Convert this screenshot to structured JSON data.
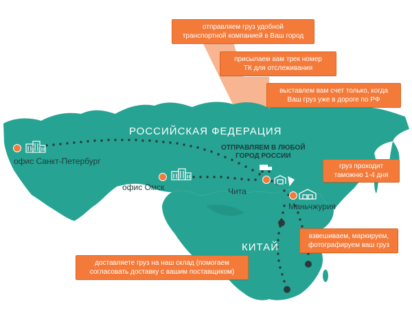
{
  "map": {
    "regions": {
      "russia": "РОССИЙСКАЯ ФЕДЕРАЦИЯ",
      "china": "КИТАЙ"
    },
    "places": {
      "spb": "офис Санкт-Петербург",
      "omsk": "офис Омск",
      "chita": "Чита",
      "manzhouli": "Маньчжурия"
    },
    "ship_note": {
      "line1": "ОТПРАВЛЯЕМ В ЛЮБОЙ",
      "line2": "ГОРОД РОССИИ"
    },
    "colors": {
      "land": "#26a393",
      "land_shade": "#1f8c7e",
      "accent": "#f47a3a",
      "route_dots": "#2a3a3a",
      "text_dark": "#1f3b3a"
    },
    "icons": [
      "office-building-icon",
      "truck-icon",
      "customs-warehouse-icon"
    ]
  },
  "callouts": {
    "c1": {
      "line1": "отправляем груз удобной",
      "line2": "транспортной компанией в Ваш город"
    },
    "c2": {
      "line1": "присылаем вам трек номер",
      "line2": "ТК для отслеживания"
    },
    "c3": {
      "line1": "выставлем вам счет только, когда",
      "line2": "Ваш груз уже в дороге по РФ"
    },
    "c4": {
      "line1": "груз проходит",
      "line2": "таможню 1-4 дня"
    },
    "c5": {
      "line1": "взвешиваем, маркируем,",
      "line2": "фотографируем ваш груз"
    },
    "c6": {
      "line1": "доставляете груз на наш склад (помогаем",
      "line2": "согласовать доставку с вашим поставщиком)"
    }
  }
}
